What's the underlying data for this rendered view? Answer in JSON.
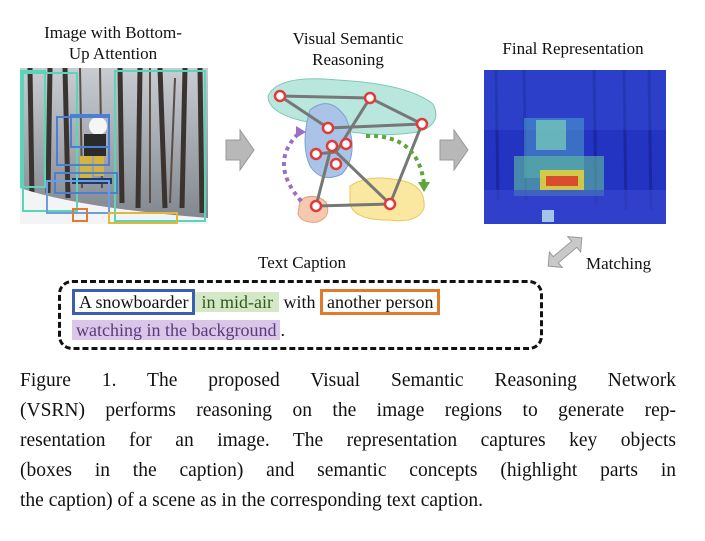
{
  "labels": {
    "image_attention": [
      "Image with Bottom-",
      "Up Attention"
    ],
    "reasoning": [
      "Visual Semantic",
      "Reasoning"
    ],
    "final": "Final Representation",
    "text_caption": "Text Caption",
    "matching": "Matching"
  },
  "caption": {
    "seg1": "A snowboarder",
    "seg2": "in mid-air",
    "seg3": "with",
    "seg4": "another person",
    "seg5": "watching in the background",
    "seg6": "."
  },
  "colors": {
    "blue_box": "#3a5fb0",
    "green_highlight": "#d4e8c8",
    "orange_box": "#e07a2e",
    "purple_highlight": "#d9c6e8",
    "graph_node": "#e03a3a",
    "teal_region": "#b9e6dd",
    "blue_region": "#a9c4e6",
    "yellow_region": "#fbe8a0",
    "orange_region": "#f5c9b0"
  },
  "figure_caption": {
    "l1": "Figure 1. The proposed Visual Semantic Reasoning Network",
    "l2": "(VSRN) performs reasoning on the image regions to generate rep-",
    "l3": "resentation for an image. The representation captures key objects",
    "l4": "(boxes in the caption) and semantic concepts (highlight parts in",
    "l5": "the caption) of a scene as in the corresponding text caption."
  }
}
